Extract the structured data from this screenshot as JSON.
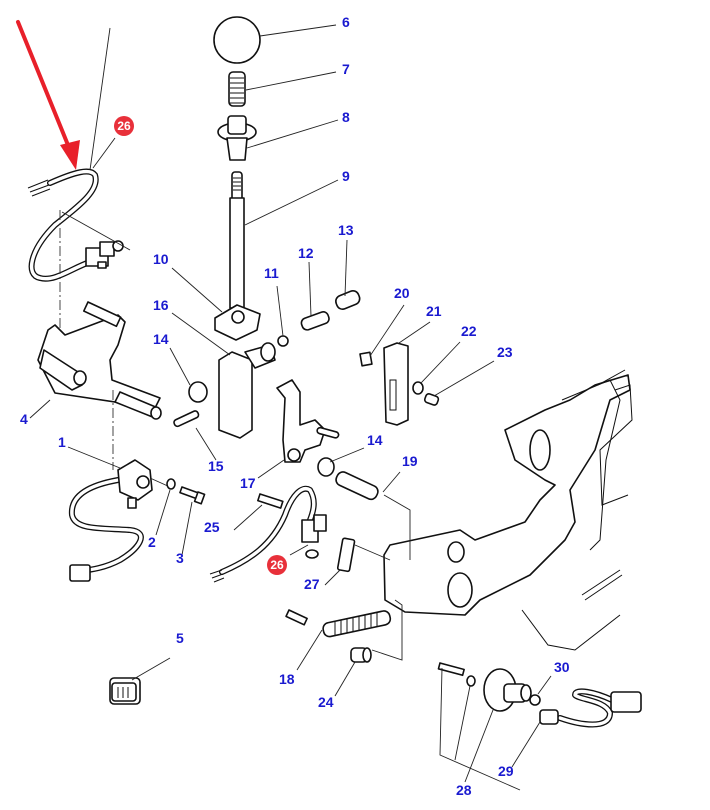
{
  "diagram": {
    "type": "exploded-parts-diagram",
    "label_color": "#1a1ad0",
    "highlight_color": "#e8303a",
    "arrow_color": "#e8202a",
    "highlighted_part": "26",
    "callouts": [
      {
        "id": "1",
        "text": "1"
      },
      {
        "id": "2",
        "text": "2"
      },
      {
        "id": "3",
        "text": "3"
      },
      {
        "id": "4",
        "text": "4"
      },
      {
        "id": "5",
        "text": "5"
      },
      {
        "id": "6",
        "text": "6"
      },
      {
        "id": "7",
        "text": "7"
      },
      {
        "id": "8",
        "text": "8"
      },
      {
        "id": "9",
        "text": "9"
      },
      {
        "id": "10",
        "text": "10"
      },
      {
        "id": "11",
        "text": "11"
      },
      {
        "id": "12",
        "text": "12"
      },
      {
        "id": "13",
        "text": "13"
      },
      {
        "id": "14a",
        "text": "14"
      },
      {
        "id": "14b",
        "text": "14"
      },
      {
        "id": "15",
        "text": "15"
      },
      {
        "id": "16",
        "text": "16"
      },
      {
        "id": "17",
        "text": "17"
      },
      {
        "id": "18",
        "text": "18"
      },
      {
        "id": "19",
        "text": "19"
      },
      {
        "id": "20",
        "text": "20"
      },
      {
        "id": "21",
        "text": "21"
      },
      {
        "id": "22",
        "text": "22"
      },
      {
        "id": "23",
        "text": "23"
      },
      {
        "id": "24",
        "text": "24"
      },
      {
        "id": "25",
        "text": "25"
      },
      {
        "id": "26a",
        "text": "26"
      },
      {
        "id": "26b",
        "text": "26"
      },
      {
        "id": "27",
        "text": "27"
      },
      {
        "id": "28",
        "text": "28"
      },
      {
        "id": "29",
        "text": "29"
      },
      {
        "id": "30",
        "text": "30"
      }
    ]
  }
}
